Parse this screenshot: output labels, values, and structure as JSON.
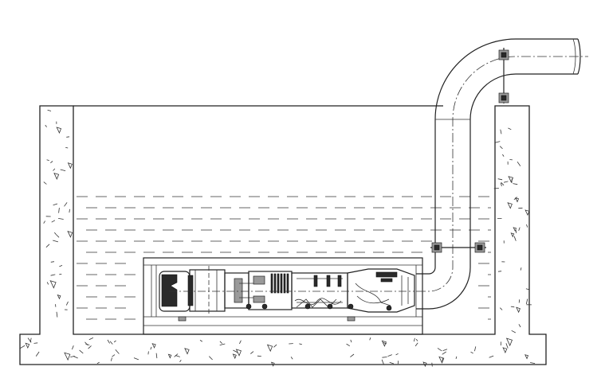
{
  "colors": {
    "line": "#222222",
    "background": "#ffffff",
    "motor_dark": "#2a2a2a",
    "shade": "#9a9a9a"
  },
  "components": [
    {
      "name": "concrete-basin",
      "icon": "concrete-hatch-icon"
    },
    {
      "name": "water-body",
      "icon": "water-dash-icon"
    },
    {
      "name": "horizontal-submersible-pump",
      "icon": "pump-motor-icon"
    },
    {
      "name": "guide-cylinder",
      "icon": "cylinder-shell-icon"
    },
    {
      "name": "discharge-pipe",
      "icon": "pipe-elbow-icon"
    },
    {
      "name": "flange-bolts",
      "icon": "bolt-nut-icon"
    }
  ]
}
